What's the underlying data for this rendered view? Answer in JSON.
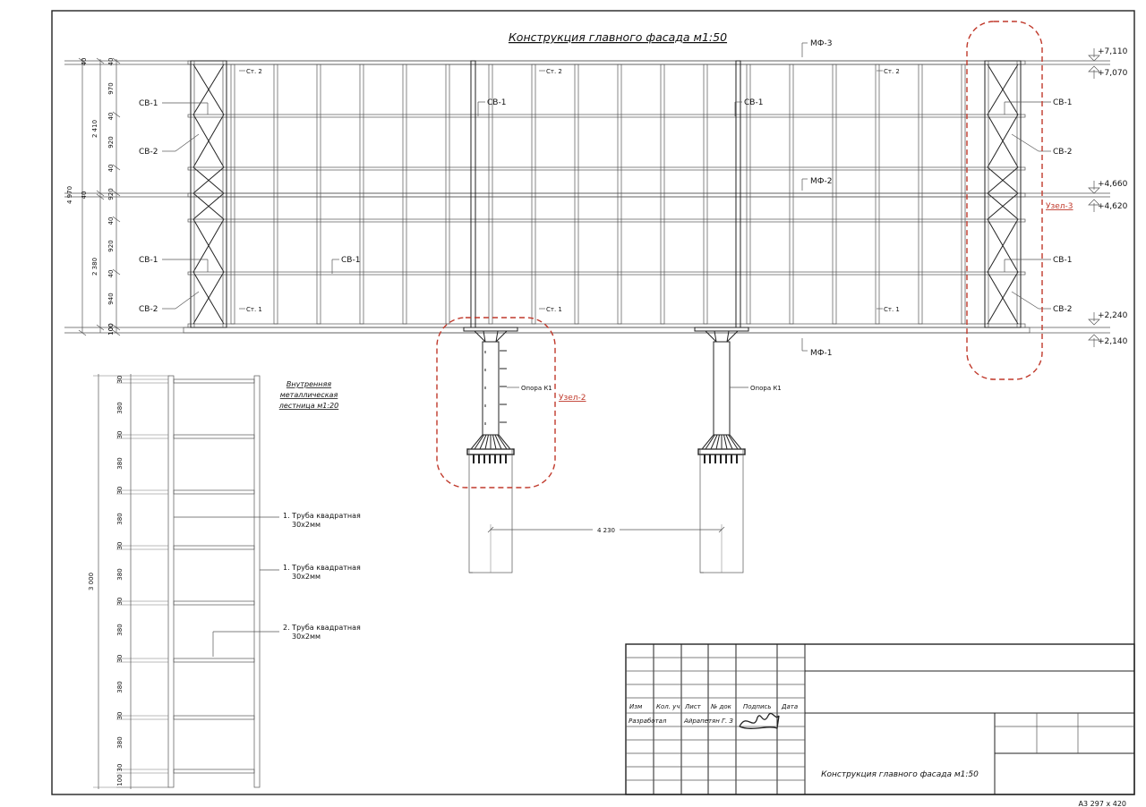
{
  "drawing": {
    "title": "Конструкция главного фасада м1:50",
    "sheet_format": "А3 297 x 420"
  },
  "facade": {
    "left_dims": [
      {
        "v": "40"
      },
      {
        "v": "970"
      },
      {
        "v": "40"
      },
      {
        "v": "920"
      },
      {
        "v": "40"
      },
      {
        "v": "920"
      },
      {
        "v": "40"
      },
      {
        "v": "920"
      },
      {
        "v": "40"
      },
      {
        "v": "940"
      },
      {
        "v": "100"
      }
    ],
    "overall_dims": {
      "total": "4 970",
      "upper": "2 410",
      "middle": "40",
      "lower": "2 380"
    },
    "members": {
      "sv1": "СВ-1",
      "sv2": "СВ-2",
      "st1": "Ст. 1",
      "st2": "Ст. 2"
    },
    "beams": {
      "mf3": "МФ-3",
      "mf2": "МФ-2",
      "mf1": "МФ-1"
    },
    "elevations": [
      "+7,110",
      "+7,070",
      "+4,660",
      "+4,620",
      "+2,240",
      "+2,140"
    ],
    "nodes": {
      "node2": "Узел-2",
      "node3": "Узел-3"
    },
    "support": "Опора К1",
    "support_spacing": "4 230"
  },
  "stair": {
    "title_l1": "Внутренняя",
    "title_l2": "металлическая",
    "title_l3": "лестница м1:20",
    "dims": [
      "30",
      "380",
      "30",
      "380",
      "30",
      "380",
      "30",
      "380",
      "30",
      "380",
      "30",
      "380",
      "30",
      "380",
      "30",
      "100"
    ],
    "total": "3 000",
    "notes": [
      {
        "l1": "1. Труба квадратная",
        "l2": "30x2мм"
      },
      {
        "l1": "1. Труба квадратная",
        "l2": "30x2мм"
      },
      {
        "l1": "2. Труба квадратная",
        "l2": "30x2мм"
      }
    ]
  },
  "title_block": {
    "headers": [
      "Изм",
      "Кол. уч",
      "Лист",
      "№ док",
      "Подпись",
      "Дата"
    ],
    "role": "Разработал",
    "author": "Айрапетян Г. З",
    "sheet_name": "Конструкция главного фасада м1:50"
  }
}
